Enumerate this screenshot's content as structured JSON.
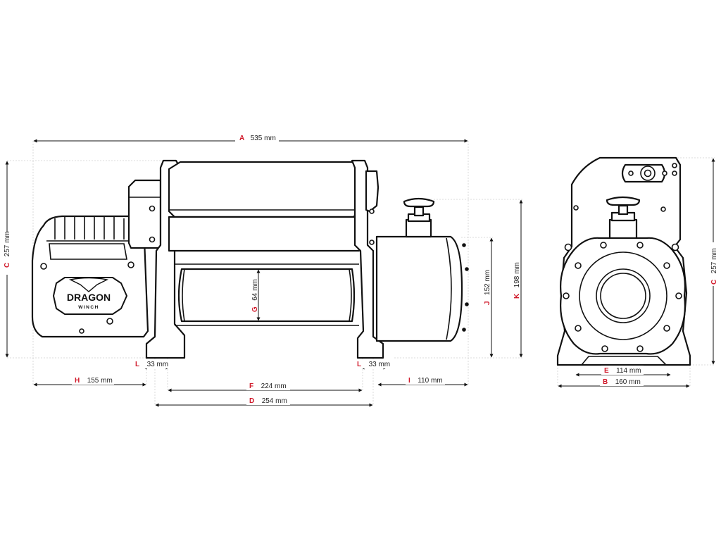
{
  "colors": {
    "line": "#111111",
    "letter": "#d0192a",
    "extension": "#cfcfcf",
    "background": "#ffffff"
  },
  "logo": {
    "brand": "DRAGON",
    "sub": "WINCH"
  },
  "dimensions": {
    "A": {
      "letter": "A",
      "value": "535 mm"
    },
    "C_left": {
      "letter": "C",
      "value": "257 mm"
    },
    "C_right": {
      "letter": "C",
      "value": "257 mm"
    },
    "L_left": {
      "letter": "L",
      "value": "33 mm"
    },
    "L_right": {
      "letter": "L",
      "value": "33 mm"
    },
    "H": {
      "letter": "H",
      "value": "155 mm"
    },
    "F": {
      "letter": "F",
      "value": "224 mm"
    },
    "D": {
      "letter": "D",
      "value": "254 mm"
    },
    "I": {
      "letter": "I",
      "value": "110 mm"
    },
    "G": {
      "letter": "G",
      "value": "64 mm"
    },
    "J": {
      "letter": "J",
      "value": "152 mm"
    },
    "K": {
      "letter": "K",
      "value": "198 mm"
    },
    "E": {
      "letter": "E",
      "value": "114 mm"
    },
    "B": {
      "letter": "B",
      "value": "160 mm"
    }
  }
}
